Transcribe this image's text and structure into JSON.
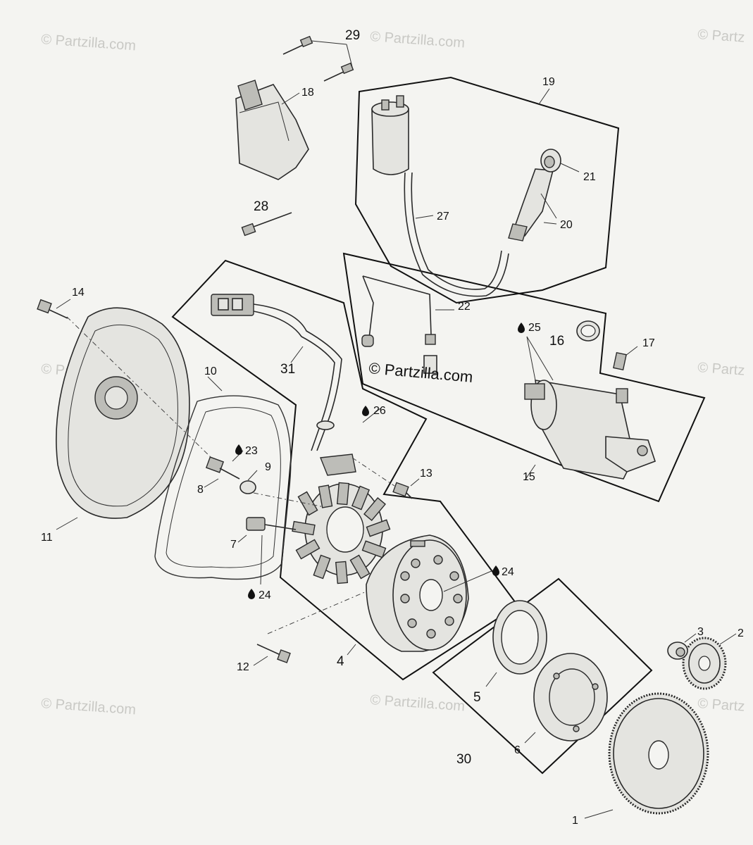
{
  "watermarks": [
    {
      "text": "© Partzilla.com"
    },
    {
      "text": "© Partzilla.com"
    },
    {
      "text": "© Partz"
    },
    {
      "text": "© Partzilla.com"
    },
    {
      "text": "© Partz"
    },
    {
      "text": "© Partzilla.com"
    },
    {
      "text": "© Partzilla.com"
    },
    {
      "text": "© Partz"
    }
  ],
  "brand_label": "© Partzilla.com",
  "parts": {
    "p1": "1",
    "p2": "2",
    "p3": "3",
    "p4": "4",
    "p5": "5",
    "p6": "6",
    "p7": "7",
    "p8": "8",
    "p9": "9",
    "p10": "10",
    "p11": "11",
    "p12": "12",
    "p13": "13",
    "p14": "14",
    "p15": "15",
    "p16": "16",
    "p17": "17",
    "p18": "18",
    "p19": "19",
    "p20": "20",
    "p21": "21",
    "p22": "22",
    "p23": "23",
    "p24a": "24",
    "p24b": "24",
    "p25": "25",
    "p26": "26",
    "p27": "27",
    "p28": "28",
    "p29": "29",
    "p30": "30",
    "p31": "31"
  }
}
